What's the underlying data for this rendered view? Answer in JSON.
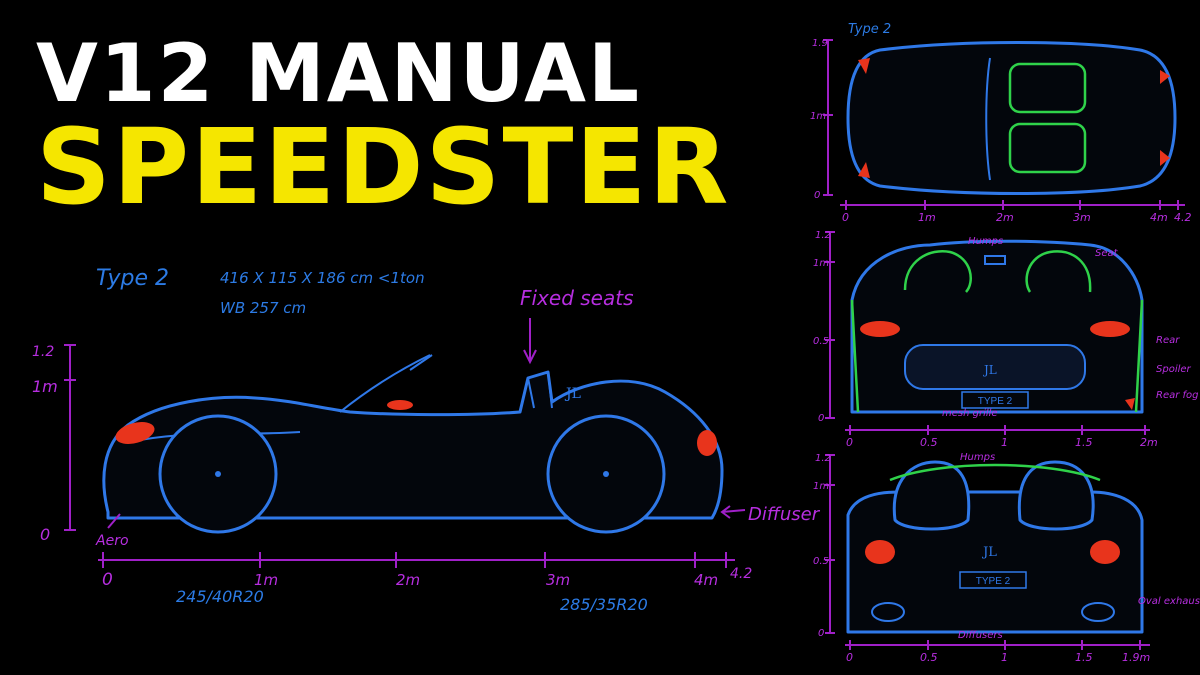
{
  "title": {
    "line1": "V12 MANUAL",
    "line2": "SPEEDSTER"
  },
  "side_view": {
    "type_label": "Type 2",
    "dims": "416 X 115 X 186 cm  <1ton",
    "wheelbase": "WB 257 cm",
    "fixed_seats": "Fixed seats",
    "aero": "Aero",
    "diffuser": "Diffuser",
    "y_ticks": [
      "1.2",
      "1m",
      "0"
    ],
    "x_ticks": [
      "0",
      "1m",
      "2m",
      "3m",
      "4m",
      "4.2"
    ],
    "front_tire": "245/40R20",
    "rear_tire": "285/35R20",
    "badge": "JL"
  },
  "top_view": {
    "type_label": "Type 2",
    "y_ticks": [
      "1.9",
      "1m",
      "0"
    ],
    "x_ticks": [
      "0",
      "1m",
      "2m",
      "3m",
      "4m",
      "4.2"
    ]
  },
  "rear_view": {
    "y_ticks": [
      "1.2",
      "1m",
      "0.5",
      "0"
    ],
    "x_ticks": [
      "0",
      "0.5",
      "1",
      "1.5",
      "2m"
    ],
    "labels": {
      "humps": "Humps",
      "seat": "Seat",
      "rear": "Rear",
      "spoiler": "Spoiler",
      "rear_fog": "Rear fog",
      "mesh": "mesh grille"
    },
    "plate": "TYPE 2",
    "badge": "JL"
  },
  "front_view": {
    "y_ticks": [
      "1.2",
      "1m",
      "0.5",
      "0"
    ],
    "x_ticks": [
      "0",
      "0.5",
      "1",
      "1.5",
      "1.9m"
    ],
    "labels": {
      "humps": "Humps",
      "exhaust": "Oval exhaust",
      "diffusers": "Diffusers"
    },
    "plate": "TYPE 2",
    "badge": "JL"
  },
  "colors": {
    "accent_yellow": "#f5e600",
    "sketch_blue": "#2f78e8",
    "ruler_magenta": "#a020c8",
    "light_red": "#e8341c",
    "seat_green": "#2fd24a"
  }
}
